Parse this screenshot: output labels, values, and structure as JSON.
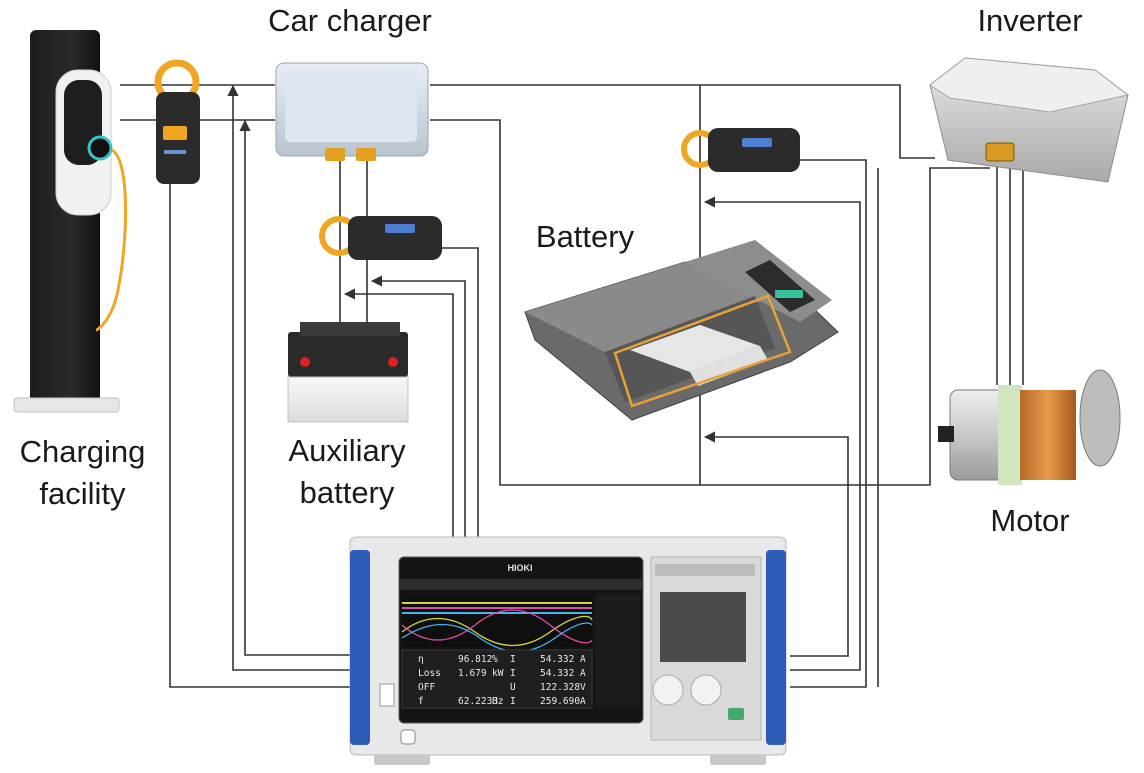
{
  "labels": {
    "car_charger": "Car charger",
    "inverter": "Inverter",
    "battery": "Battery",
    "charging_facility_line1": "Charging",
    "charging_facility_line2": "facility",
    "auxiliary_battery_line1": "Auxiliary",
    "auxiliary_battery_line2": "battery",
    "motor": "Motor"
  },
  "analyzer": {
    "brand": "HIOKI",
    "readings": [
      {
        "param": "η",
        "value": "96.812",
        "unit": "%",
        "param2": "I",
        "value2": "54.332",
        "unit2": "A"
      },
      {
        "param": "Loss",
        "value": "1.679",
        "unit": "kW",
        "param2": "I",
        "value2": "54.332",
        "unit2": "A"
      },
      {
        "param": "OFF",
        "value": "",
        "unit": "",
        "param2": "U",
        "value2": "122.328",
        "unit2": "V"
      },
      {
        "param": "f",
        "value": "62.2233",
        "unit": "Hz",
        "param2": "I",
        "value2": "259.690",
        "unit2": "A"
      }
    ]
  },
  "colors": {
    "wire": "#333333",
    "clamp_yellow": "#f0a623",
    "analyzer_blue": "#2d5bb8",
    "screen_bg": "#141414"
  },
  "icons": [
    "charging-station-icon",
    "current-clamp-sensor-icon",
    "car-charger-box-icon",
    "inverter-unit-icon",
    "battery-pack-icon",
    "auxiliary-battery-icon",
    "motor-icon",
    "power-analyzer-icon"
  ]
}
